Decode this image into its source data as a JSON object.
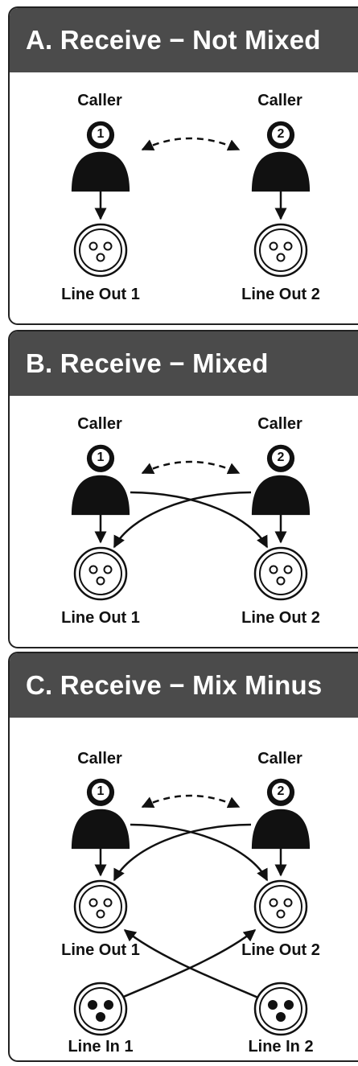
{
  "panels": [
    {
      "title": "A. Receive − Not Mixed",
      "caller1": "Caller",
      "caller2": "Caller",
      "num1": "1",
      "num2": "2",
      "out1": "Line Out 1",
      "out2": "Line Out 2"
    },
    {
      "title": "B. Receive − Mixed",
      "caller1": "Caller",
      "caller2": "Caller",
      "num1": "1",
      "num2": "2",
      "out1": "Line Out 1",
      "out2": "Line Out 2"
    },
    {
      "title": "C. Receive − Mix Minus",
      "caller1": "Caller",
      "caller2": "Caller",
      "num1": "1",
      "num2": "2",
      "out1": "Line Out 1",
      "out2": "Line Out 2",
      "in1": "Line In 1",
      "in2": "Line In 2"
    }
  ],
  "colors": {
    "header_bg": "#4b4b4b",
    "header_text": "#ffffff",
    "ink": "#111111"
  }
}
